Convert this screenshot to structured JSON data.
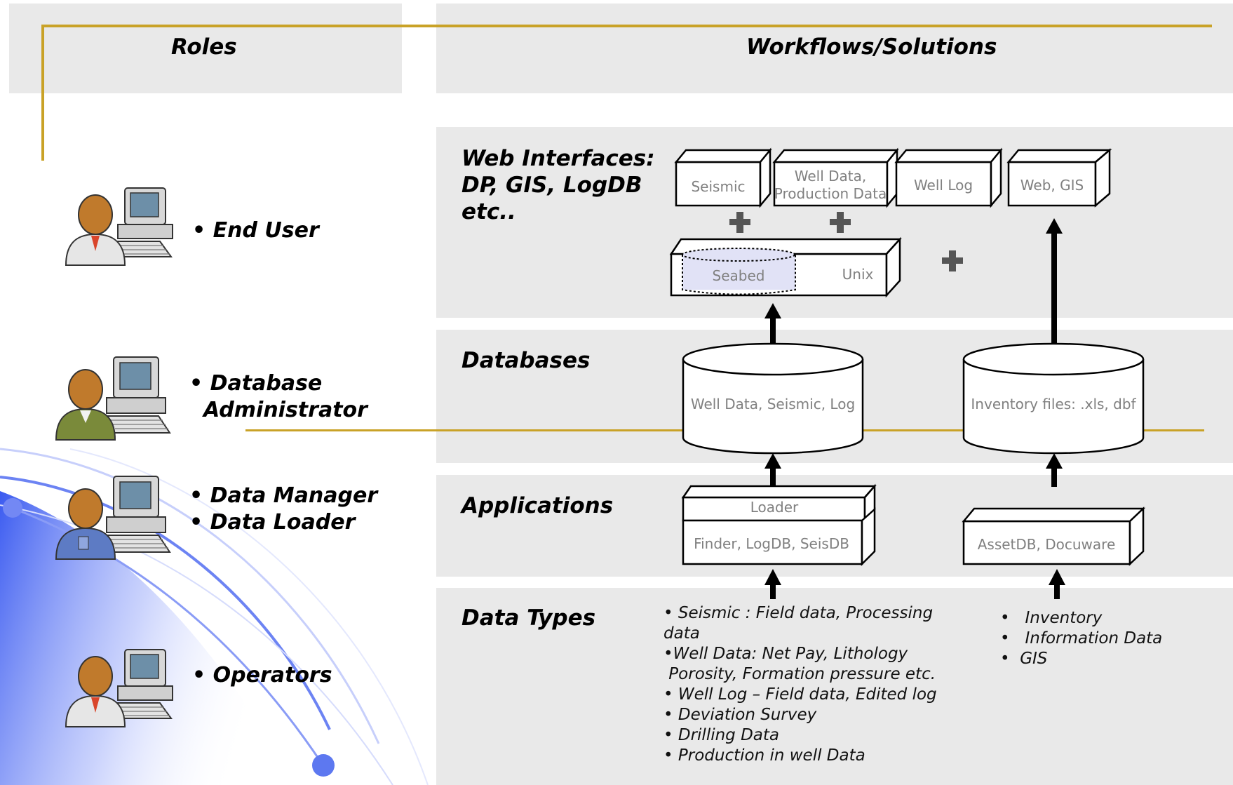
{
  "headers": {
    "roles": "Roles",
    "workflows": "Workflows/Solutions"
  },
  "roles": [
    {
      "label": "• End User",
      "icon": "end-user-computer-icon"
    },
    {
      "label": "• Database",
      "label2": "Administrator",
      "icon": "database-admin-computer-icon"
    },
    {
      "label": "• Data Manager",
      "label2": "• Data Loader",
      "icon": "data-manager-computer-icon"
    },
    {
      "label": "• Operators",
      "icon": "operators-computer-icon"
    }
  ],
  "layers": {
    "web": {
      "line1": "Web Interfaces:",
      "line2": "DP, GIS, LogDB",
      "line3": "etc.."
    },
    "databases": "Databases",
    "applications": "Applications",
    "data_types": "Data Types"
  },
  "web_boxes": {
    "seismic": "Seismic",
    "well_data_line1": "Well Data,",
    "well_data_line2": "Production Data",
    "well_log": "Well Log",
    "web_gis": "Web, GIS"
  },
  "unix_box": {
    "seabed": "Seabed",
    "unix": "Unix"
  },
  "database_cylinders": {
    "left": "Well Data, Seismic, Log",
    "right": "Inventory files: .xls, dbf"
  },
  "application_boxes": {
    "loader": "Loader",
    "finder": "Finder, LogDB, SeisDB",
    "asset": "AssetDB, Docuware"
  },
  "data_types_left": [
    "• Seismic : Field data, Processing",
    "data",
    "•Well Data: Net Pay, Lithology",
    " Porosity, Formation pressure etc.",
    "• Well Log – Field data, Edited log",
    "• Deviation Survey",
    "• Drilling Data",
    "• Production in well Data"
  ],
  "data_types_right": [
    "•   Inventory",
    "•   Information Data",
    "•  GIS"
  ],
  "colors": {
    "accent_line": "#c9a227",
    "panel": "#e9e9e9",
    "box_text": "#808080",
    "seabed_fill": "#e1e2f6"
  }
}
